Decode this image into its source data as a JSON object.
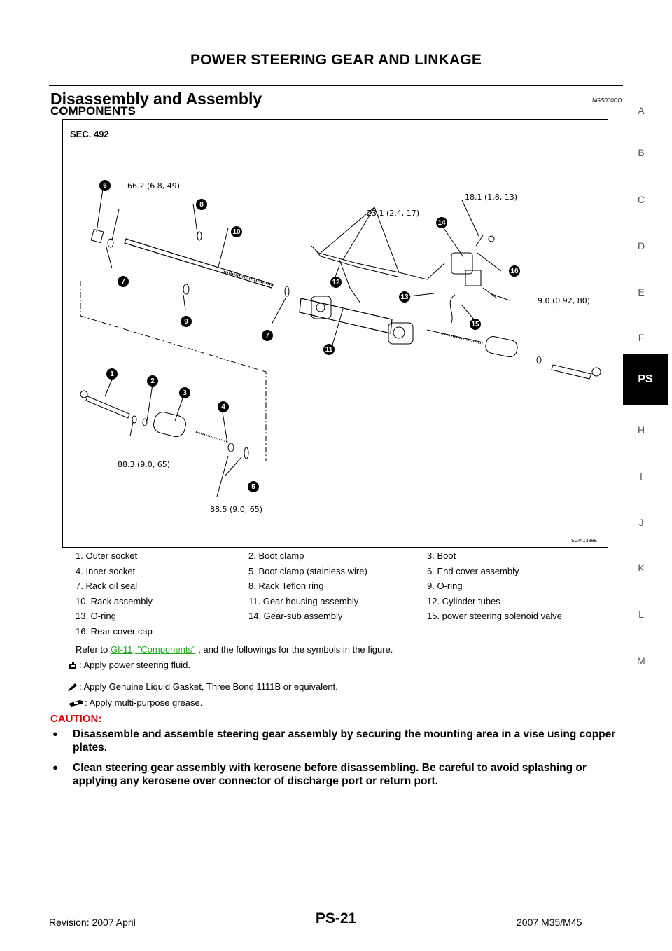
{
  "header": {
    "title": "POWER STEERING GEAR AND LINKAGE"
  },
  "section": {
    "title": "Disassembly and Assembly",
    "code": "NGS000DD",
    "subtitle": "COMPONENTS"
  },
  "side_index": [
    "A",
    "B",
    "C",
    "D",
    "E",
    "F",
    "PS",
    "H",
    "I",
    "J",
    "K",
    "L",
    "M"
  ],
  "figure": {
    "sec": "SEC. 492",
    "code": "SGIA1388E",
    "torques": [
      "66.2 (6.8, 49)",
      "18.1 (1.8, 13)",
      "23.1 (2.4, 17)",
      "9.0 (0.92, 80)",
      "88.3 (9.0, 65)",
      "88.5 (9.0, 65)"
    ],
    "callouts": [
      "1",
      "2",
      "3",
      "4",
      "5",
      "6",
      "7",
      "7",
      "8",
      "9",
      "10",
      "11",
      "12",
      "13",
      "14",
      "15",
      "16"
    ]
  },
  "parts": [
    [
      "1. Outer socket",
      "2. Boot clamp",
      "3. Boot"
    ],
    [
      "4. Inner socket",
      "5. Boot clamp (stainless wire)",
      "6. End cover assembly"
    ],
    [
      "7. Rack oil seal",
      "8. Rack Teflon ring",
      "9. O-ring"
    ],
    [
      "10. Rack assembly",
      "11. Gear housing assembly",
      "12. Cylinder tubes"
    ],
    [
      "13. O-ring",
      "14. Gear-sub assembly",
      "15. power steering solenoid valve"
    ],
    [
      "16. Rear cover cap",
      "",
      ""
    ]
  ],
  "reference": {
    "prefix": "Refer to ",
    "link": "GI-11, \"Components\"",
    "suffix": " , and the followings for the symbols in the figure."
  },
  "legend": [
    {
      "icon": "fluid-icon",
      "text": ": Apply power steering fluid."
    },
    {
      "icon": "gasket-icon",
      "text": ": Apply Genuine Liquid Gasket, Three Bond 1111B or equivalent."
    },
    {
      "icon": "grease-icon",
      "text": ": Apply multi-purpose grease."
    }
  ],
  "caution": {
    "label": "CAUTION:",
    "items": [
      "Disassemble and assemble steering gear assembly by securing the mounting area in a vise using copper plates.",
      "Clean steering gear assembly with kerosene before disassembling. Be careful to avoid splashing or applying any kerosene over connector of discharge port or return port."
    ]
  },
  "footer": {
    "revision": "Revision: 2007 April",
    "page": "PS-21",
    "model": "2007 M35/M45"
  }
}
